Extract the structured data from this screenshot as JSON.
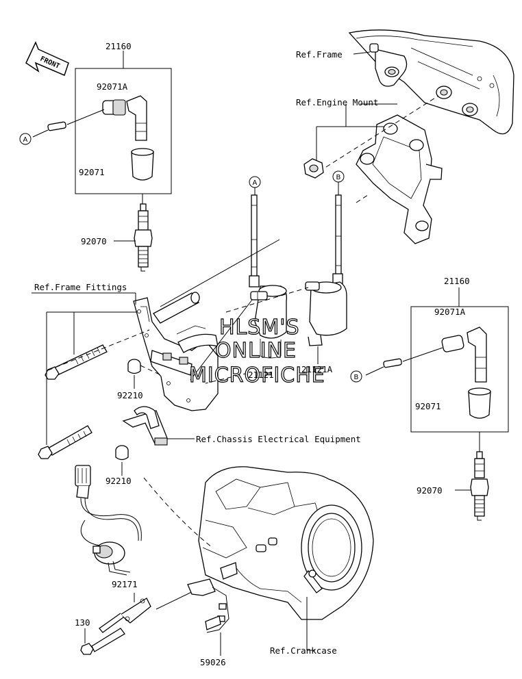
{
  "labels": {
    "front": "FRONT",
    "part_21160_left": "21160",
    "part_92071A_left": "92071A",
    "part_92071_left": "92071",
    "part_92070_left": "92070",
    "ref_frame_fittings": "Ref.Frame Fittings",
    "part_92210_upper": "92210",
    "part_92210_lower": "92210",
    "part_92171": "92171",
    "part_130": "130",
    "part_59026": "59026",
    "ref_frame": "Ref.Frame",
    "ref_engine_mount": "Ref.Engine Mount",
    "part_21121": "21121",
    "part_21121A": "21121A",
    "ref_chassis": "Ref.Chassis Electrical Equipment",
    "ref_crankcase": "Ref.Crankcase",
    "part_21160_right": "21160",
    "part_92071A_right": "92071A",
    "part_92071_right": "92071",
    "part_92070_right": "92070"
  },
  "callouts": {
    "a_left": "A",
    "a_coil": "A",
    "b_coil": "B",
    "b_right": "B"
  },
  "watermark": {
    "line1": "HLSM'S",
    "line2": "ONLINE",
    "line3": "MICROFICHE"
  }
}
